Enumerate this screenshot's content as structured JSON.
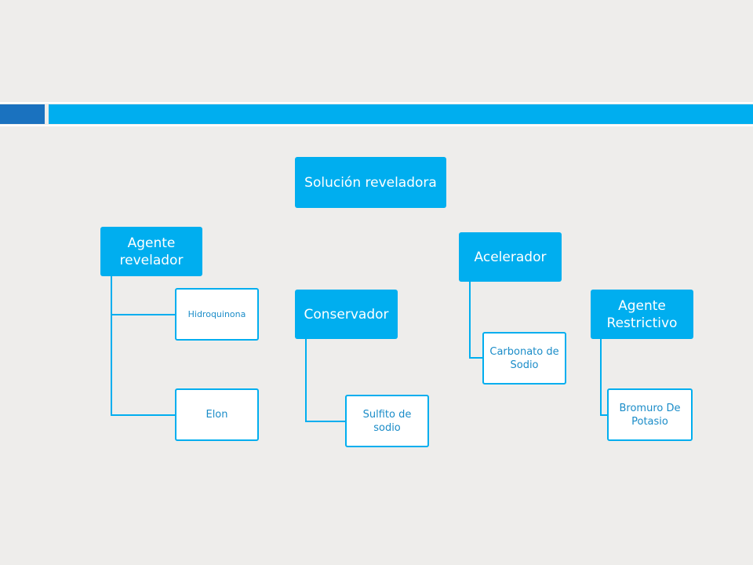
{
  "diagram": {
    "root": "Solución reveladora",
    "branches": [
      {
        "label": "Agente revelador",
        "children": [
          "Hidroquinona",
          "Elon"
        ]
      },
      {
        "label": "Conservador",
        "children": [
          "Sulfito de sodio"
        ]
      },
      {
        "label": "Acelerador",
        "children": [
          "Carbonato de Sodio"
        ]
      },
      {
        "label": "Agente Restrictivo",
        "children": [
          "Bromuro De Potasio"
        ]
      }
    ]
  },
  "colors": {
    "accent": "#00aeef",
    "accent_dark": "#1a72bf",
    "background": "#eeedeb"
  }
}
